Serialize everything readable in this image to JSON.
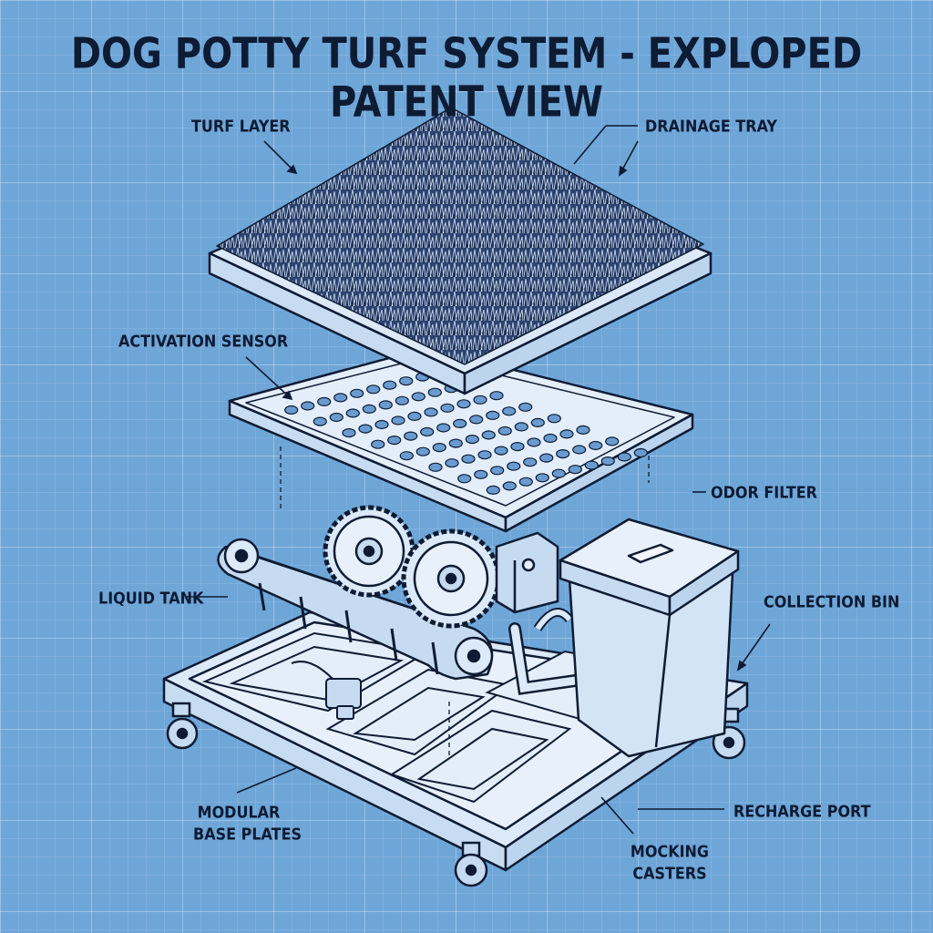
{
  "title": "DOG POTTY TURF SYSTEM - EXPLOPED PATENT VIEW",
  "labels": {
    "turf_layer": "TURF LAYER",
    "drainage_tray": "DRAINAGE TRAY",
    "activation_sensor": "ACTIVATION SENSOR",
    "odor_filter": "ODOR FILTER",
    "liquid_tank": "LIQUID TANK",
    "collection_bin": "COLLECTION BIN",
    "modular_base_plates_line1": "MODULAR",
    "modular_base_plates_line2": "BASE PLATES",
    "recharge_port": "RECHARGE PORT",
    "mocking_casters_line1": "MOCKING",
    "mocking_casters_line2": "CASTERS"
  },
  "colors": {
    "background": "#6fa6d8",
    "ink": "#0d1b33",
    "part_fill": "#dbe9f8",
    "turf": "#22365a"
  }
}
